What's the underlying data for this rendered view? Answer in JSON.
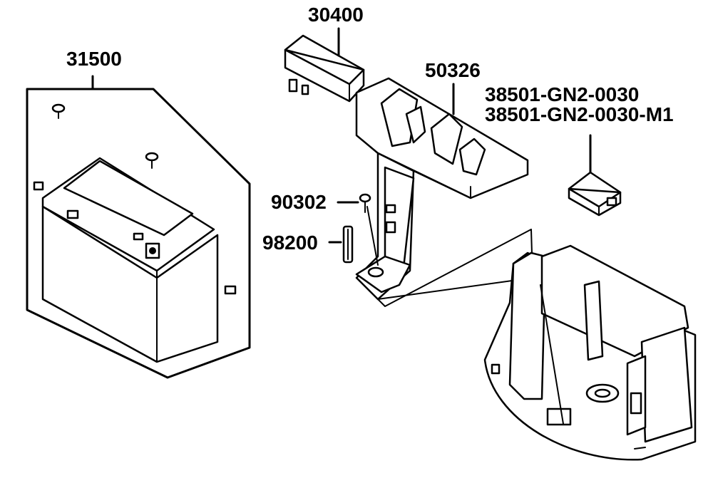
{
  "labels": {
    "battery_assembly": "31500",
    "fuse_box": "30400",
    "relay_bracket": "50326",
    "relay": "38501-GN2-0030",
    "relay_alt": "38501-GN2-0030-M1",
    "bolt": "90302",
    "fuse": "98200"
  },
  "colors": {
    "line": "#000000",
    "background": "#ffffff"
  }
}
